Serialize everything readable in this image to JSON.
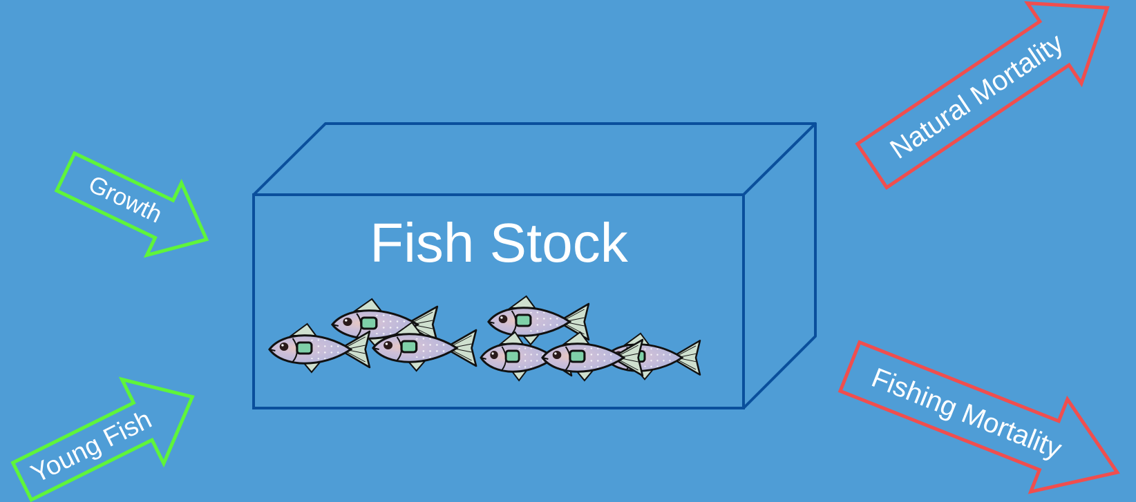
{
  "colors": {
    "background": "#4f9dd6",
    "box_stroke": "#0a4f9c",
    "inflow_arrow": "#5ff53a",
    "outflow_arrow": "#f04e4e",
    "text": "#ffffff"
  },
  "stock": {
    "label": "Fish Stock",
    "icon": "school-of-fish-icon"
  },
  "inflows": [
    {
      "label": "Growth"
    },
    {
      "label": "Young Fish"
    }
  ],
  "outflows": [
    {
      "label": "Natural Mortality"
    },
    {
      "label": "Fishing Mortality"
    }
  ]
}
